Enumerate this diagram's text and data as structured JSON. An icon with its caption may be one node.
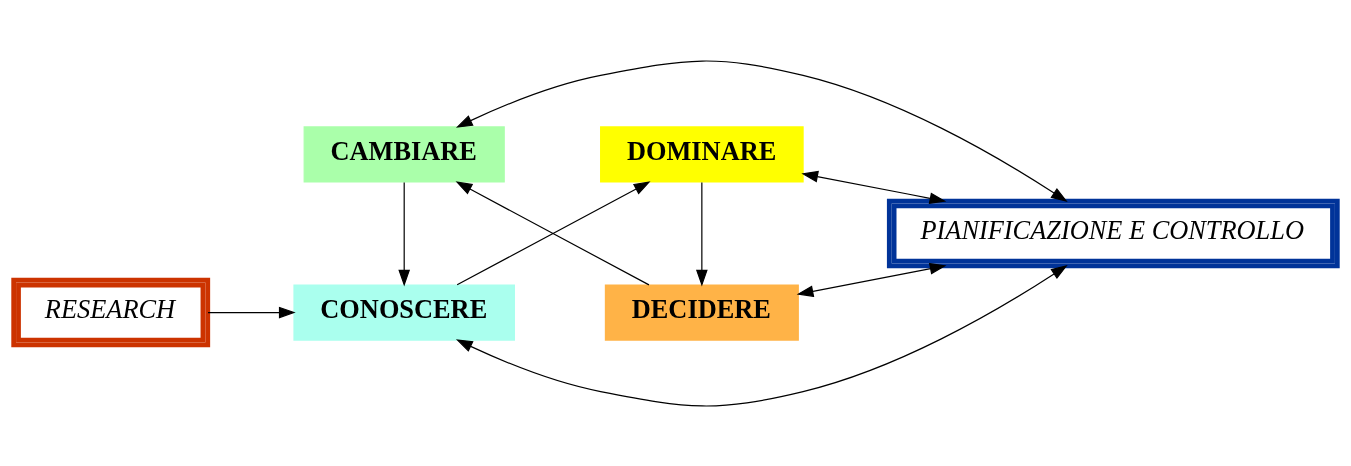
{
  "diagram": {
    "nodes": [
      {
        "text": [
          "RESEARCH"
        ]
      },
      {
        "text": [
          "CONOSCERE"
        ]
      },
      {
        "text": [
          "DOMINARE"
        ]
      },
      {
        "text": [
          "PIANIFICAZIONE E CONTROLLO"
        ]
      },
      {
        "text": [
          "CAMBIARE"
        ]
      },
      {
        "text": [
          "DECIDERE"
        ]
      }
    ],
    "edges": [
      {
        "from": 0,
        "to": 1,
        "arrow": "to"
      },
      {
        "from": 1,
        "to": 2,
        "arrow": "to"
      },
      {
        "from": 1,
        "to": 3,
        "arrow": "both"
      },
      {
        "from": 2,
        "to": 3,
        "arrow": "both"
      },
      {
        "from": 2,
        "to": 5,
        "arrow": "to"
      },
      {
        "from": 5,
        "to": 4,
        "arrow": "to"
      },
      {
        "from": 4,
        "to": 1,
        "arrow": "to"
      },
      {
        "from": 3,
        "to": 4,
        "arrow": "both"
      },
      {
        "from": 3,
        "to": 5,
        "arrow": "both"
      }
    ]
  }
}
